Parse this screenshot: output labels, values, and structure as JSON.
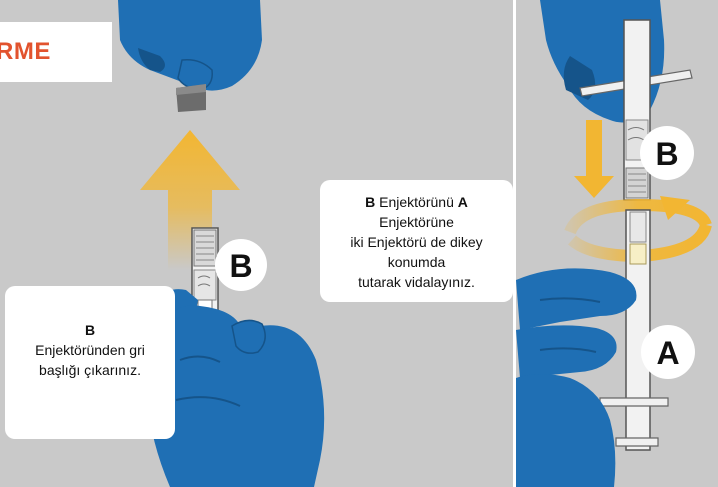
{
  "title": "RME",
  "left_panel": {
    "syringe_label": "B",
    "caption_bold": "B",
    "caption_line1": "Enjektöründen gri",
    "caption_line2": "başlığı çıkarınız."
  },
  "right_panel": {
    "syringe_top_label": "B",
    "syringe_bottom_label": "A",
    "caption_b": "B",
    "caption_t1": " Enjektörünü ",
    "caption_a": "A",
    "caption_line2": "Enjektörüne",
    "caption_line3": "iki Enjektörü de dikey",
    "caption_line4": "konumda",
    "caption_line5": "tutarak vidalayınız."
  },
  "colors": {
    "background": "#c9c9c9",
    "glove": "#1f6fb4",
    "glove_shadow": "#15548a",
    "arrow": "#f2b632",
    "title": "#e2532e"
  }
}
